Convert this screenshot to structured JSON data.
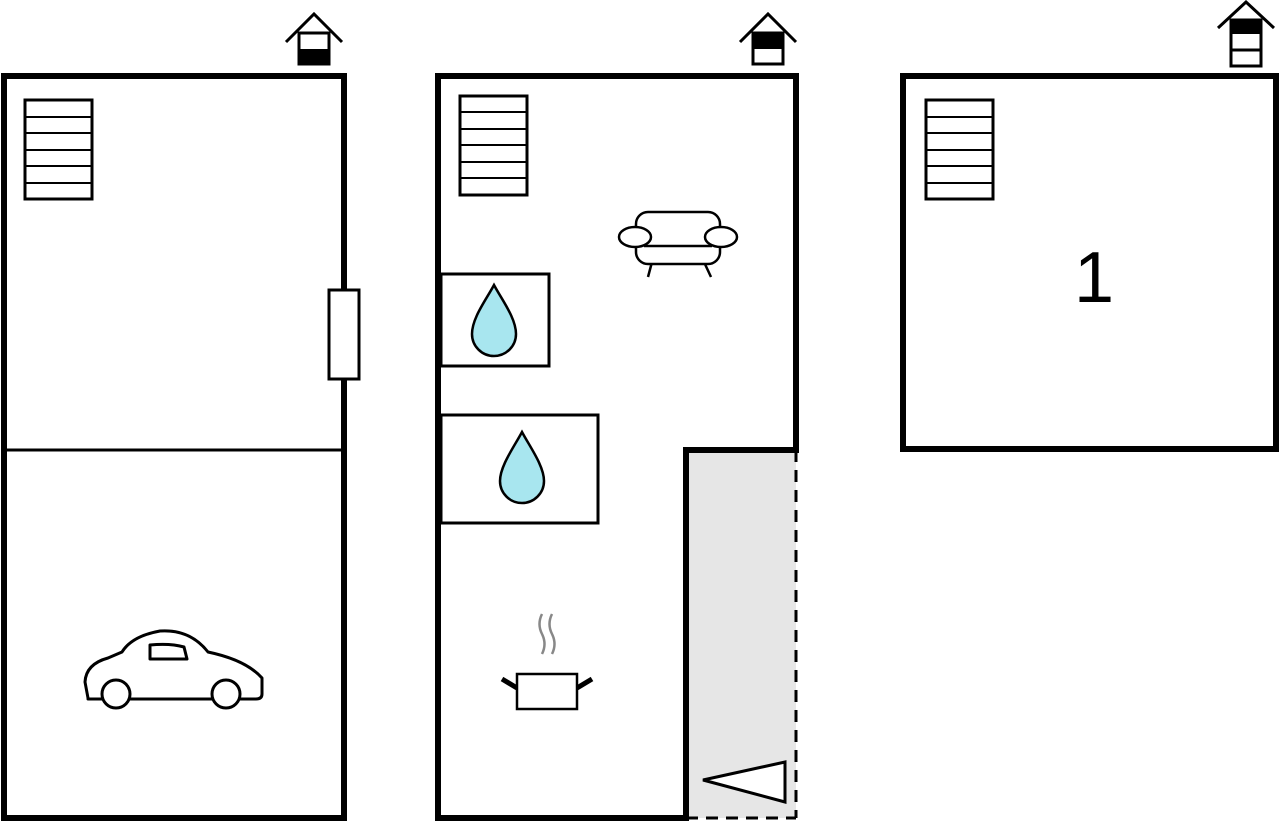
{
  "floors": [
    {
      "id": "ground",
      "rooms": [
        "stairs",
        "door",
        "garage"
      ]
    },
    {
      "id": "first",
      "rooms": [
        "stairs",
        "bathroom",
        "bathroom",
        "living-room",
        "kitchen",
        "terrace"
      ]
    },
    {
      "id": "second",
      "rooms": [
        "stairs",
        "bedroom"
      ],
      "bedroom_count": "1"
    }
  ],
  "colors": {
    "wall": "#000000",
    "water": "#a8e6ef",
    "terrace": "#e6e6e6",
    "steam": "#888888"
  },
  "icons": [
    "floor-level-icon",
    "stairs-icon",
    "car-icon",
    "sofa-icon",
    "water-drop-icon",
    "cooking-pot-icon",
    "terrace-arrow-icon"
  ]
}
